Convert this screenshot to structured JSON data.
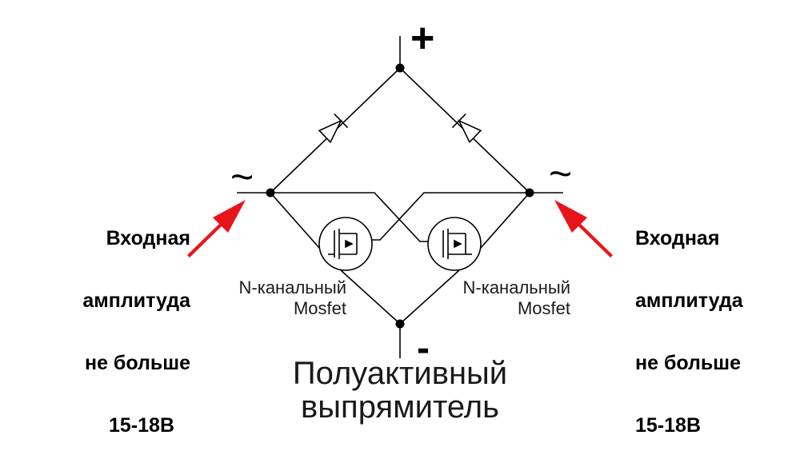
{
  "terminals": {
    "plus": "+",
    "minus": "-",
    "ac_left": "~",
    "ac_right": "~"
  },
  "left_note": [
    "Входная",
    "амплитуда",
    "не больше",
    "15-18В"
  ],
  "right_note": [
    "Входная",
    "амплитуда",
    "не больше",
    "15-18В"
  ],
  "mosfet_left": [
    "N-канальный",
    "Mosfet"
  ],
  "mosfet_right": [
    "N-канальный",
    "Mosfet"
  ],
  "title": [
    "Полуактивный",
    "выпрямитель"
  ],
  "colors": {
    "arrow": "#e8141b",
    "line": "#000000"
  }
}
